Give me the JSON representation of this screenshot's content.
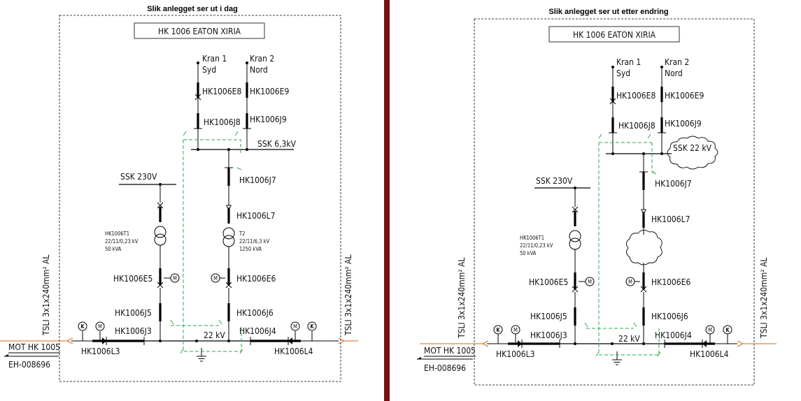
{
  "divider_color": "#7b1010",
  "feeder_color": "#d2691e",
  "link_color": "#2ea84a",
  "left": {
    "title": "Slik anlegget ser ut i dag",
    "header": "HK 1006   EATON XIRIA",
    "kran1": [
      "Kran 1",
      "Syd"
    ],
    "kran2": [
      "Kran 2",
      "Nord"
    ],
    "e8": "HK1006E8",
    "e9": "HK1006E9",
    "j8": "HK1006J8",
    "j9": "HK1006J9",
    "ssk_hv": "SSK 6,3kV",
    "ssk_lv": "SSK 230V",
    "j7": "HK1006J7",
    "l7": "HK1006L7",
    "t1": [
      "HK1006T1",
      "22/11/0,23 kV",
      "50 kVA"
    ],
    "t2": [
      "T2",
      "22/11/6,3 kV",
      "1250 kVA"
    ],
    "e5": "HK1006E5",
    "e6": "HK1006E6",
    "j5": "HK1006J5",
    "j6": "HK1006J6",
    "j3": "HK1006J3",
    "j4": "HK1006J4",
    "bus_kv": "22 kV",
    "l3": "HK1006L3",
    "l4": "HK1006L4",
    "cable_left": "TSLI 3x1x240mm² AL",
    "cable_right": "TSLI 3x1x240mm² AL",
    "mot": "MOT HK 1005",
    "eh": "EH-008696",
    "m": "M",
    "k": "K"
  },
  "right": {
    "title": "Slik anlegget ser ut etter endring",
    "header": "HK 1006   EATON XIRIA",
    "kran1": [
      "Kran 1",
      "Syd"
    ],
    "kran2": [
      "Kran 2",
      "Nord"
    ],
    "e8": "HK1006E8",
    "e9": "HK1006E9",
    "j8": "HK1006J8",
    "j9": "HK1006J9",
    "ssk_hv": "SSK 22 kV",
    "ssk_lv": "SSK 230V",
    "j7": "HK1006J7",
    "l7": "HK1006L7",
    "t1": [
      "HK1006T1",
      "22/11/0,23 kV",
      "50 kVA"
    ],
    "e5": "HK1006E5",
    "e6": "HK1006E6",
    "j5": "HK1006J5",
    "j6": "HK1006J6",
    "j3": "HK1006J3",
    "j4": "HK1006J4",
    "bus_kv": "22 kV",
    "l3": "HK1006L3",
    "l4": "HK1006L4",
    "cable_left": "TSLI 3x1x240mm² AL",
    "cable_right": "TSLI 3x1x240mm² AL",
    "mot": "MOT HK 1005",
    "eh": "EH-008696",
    "m": "M",
    "k": "K"
  }
}
